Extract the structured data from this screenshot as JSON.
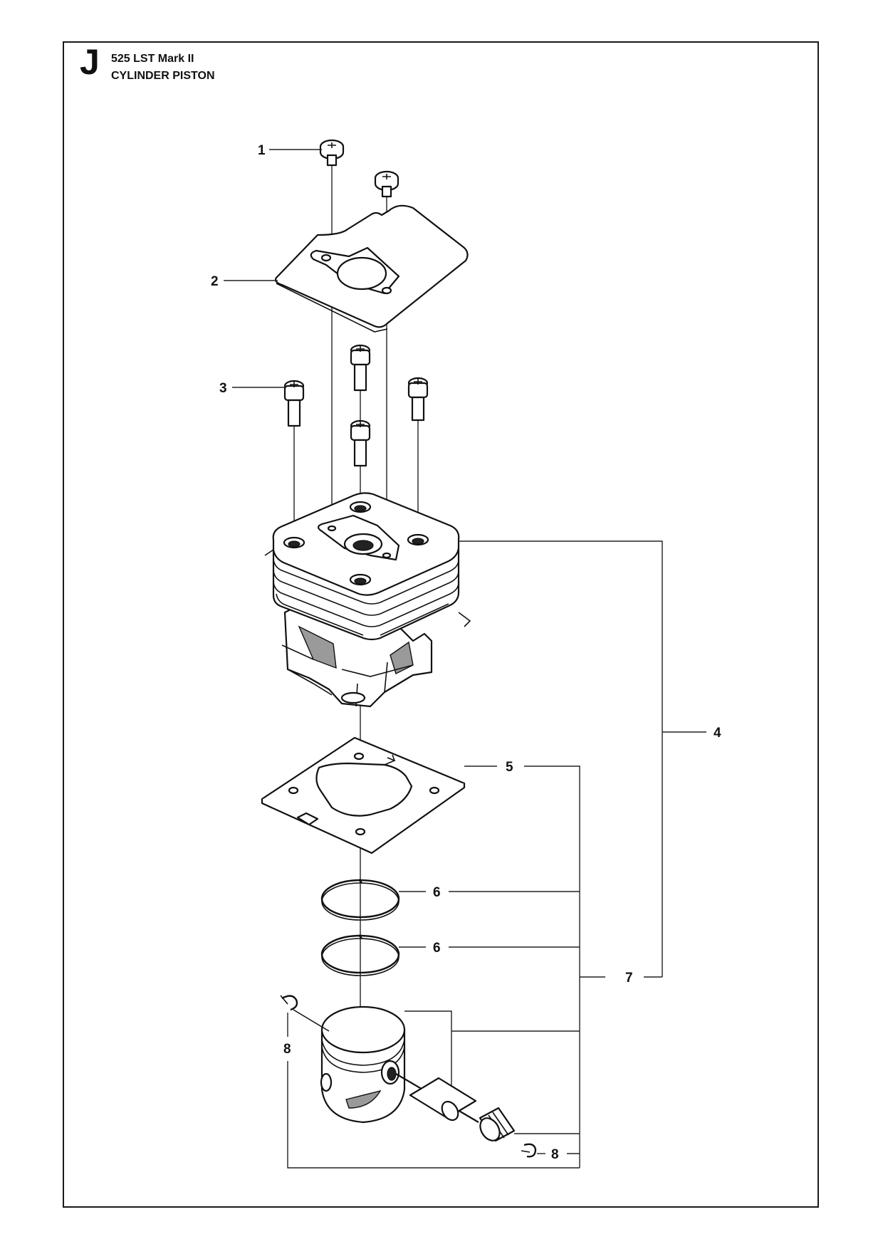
{
  "header": {
    "section_letter": "J",
    "model": "525 LST Mark II",
    "title": "CYLINDER PISTON"
  },
  "callouts": [
    {
      "id": "1",
      "text": "1"
    },
    {
      "id": "2",
      "text": "2"
    },
    {
      "id": "3",
      "text": "3"
    },
    {
      "id": "4",
      "text": "4"
    },
    {
      "id": "5",
      "text": "5"
    },
    {
      "id": "6a",
      "text": "6"
    },
    {
      "id": "6b",
      "text": "6"
    },
    {
      "id": "7",
      "text": "7"
    },
    {
      "id": "8a",
      "text": "8"
    },
    {
      "id": "8b",
      "text": "8"
    }
  ]
}
